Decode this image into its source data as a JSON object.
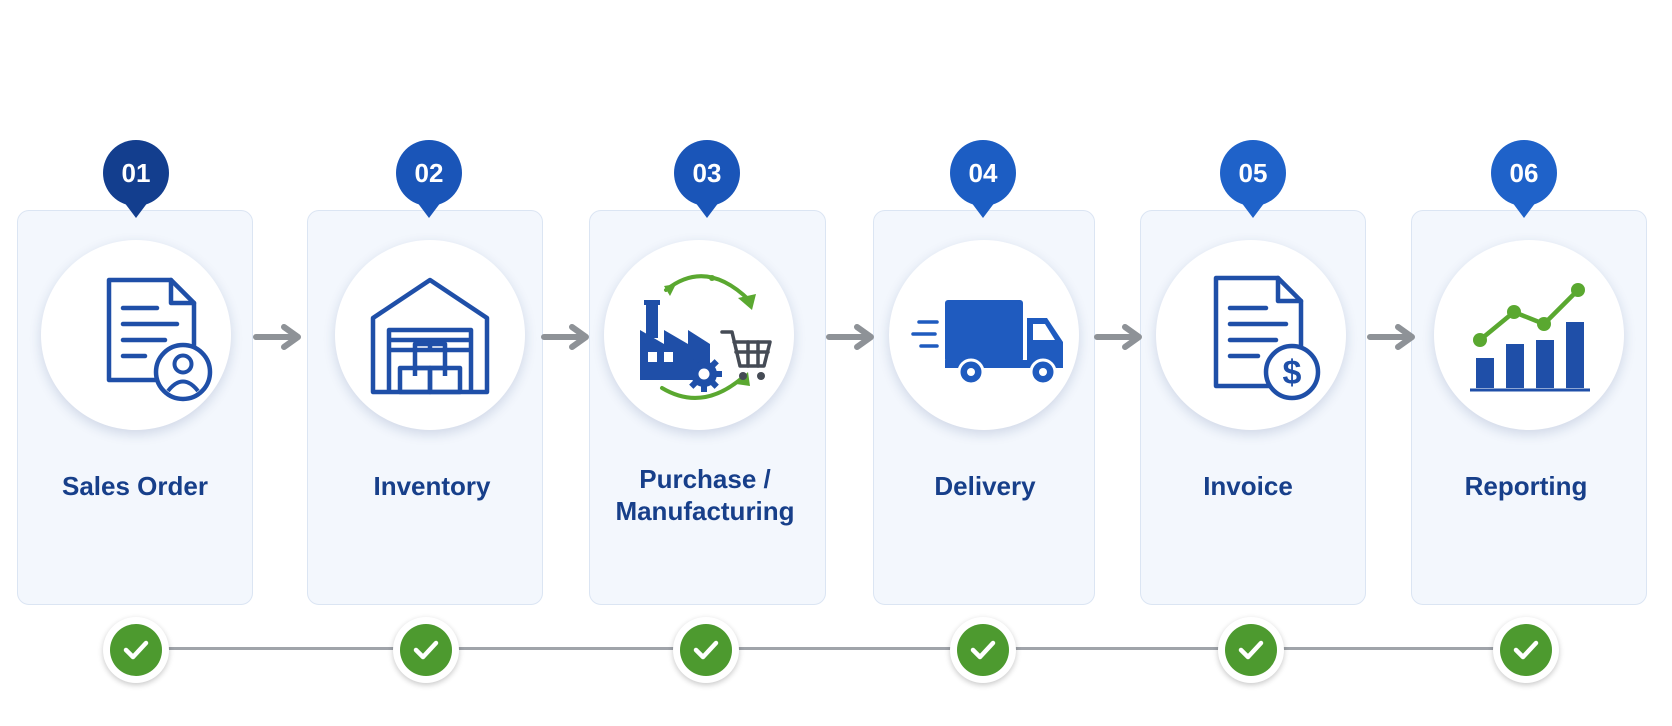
{
  "colors": {
    "primary_blue": "#1f5bbf",
    "dark_blue": "#173f8a",
    "accent_green": "#5aa830",
    "check_green": "#4d9a2f",
    "arrow_gray": "#8e9297"
  },
  "steps": [
    {
      "number": "01",
      "label": "Sales Order",
      "icon": "document-user-icon"
    },
    {
      "number": "02",
      "label": "Inventory",
      "icon": "warehouse-icon"
    },
    {
      "number": "03",
      "label": "Purchase / Manufacturing",
      "label_line1": "Purchase /",
      "label_line2": "Manufacturing",
      "icon": "factory-cart-cycle-icon"
    },
    {
      "number": "04",
      "label": "Delivery",
      "icon": "delivery-truck-icon"
    },
    {
      "number": "05",
      "label": "Invoice",
      "icon": "invoice-dollar-icon"
    },
    {
      "number": "06",
      "label": "Reporting",
      "icon": "growth-chart-icon"
    }
  ],
  "status": {
    "icon": "checkmark-icon",
    "completed_count": 6
  }
}
